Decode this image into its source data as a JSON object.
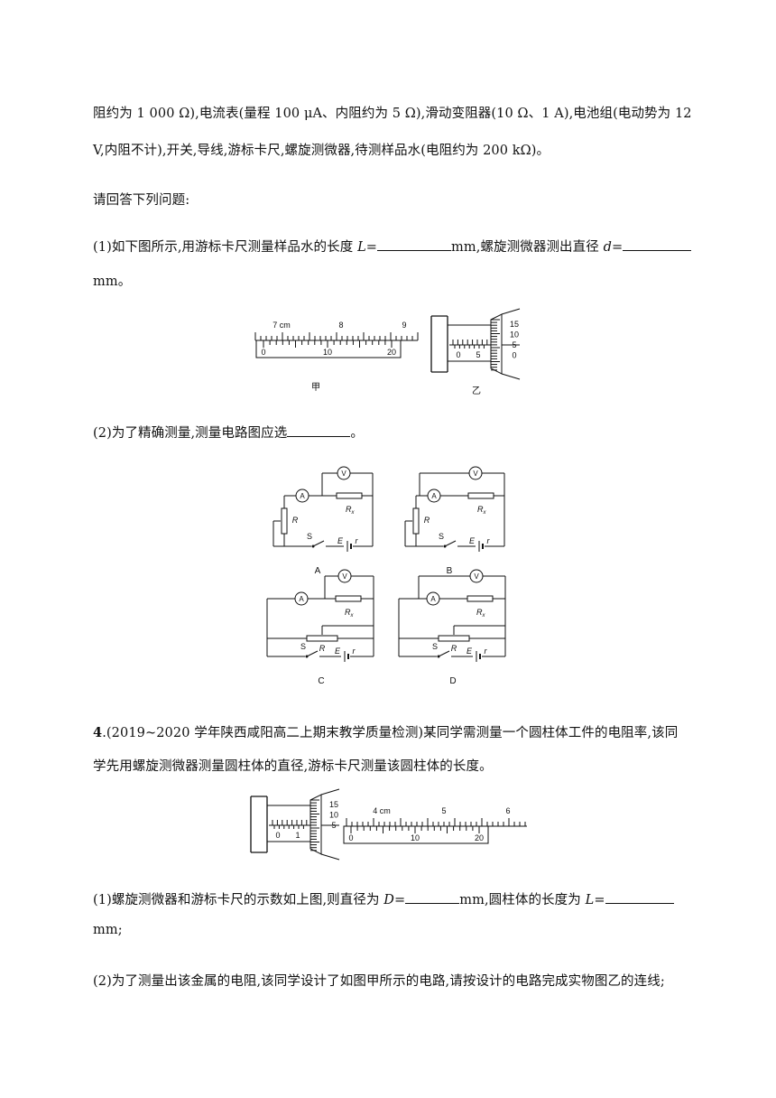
{
  "paragraphs": {
    "p1": "阻约为 1 000 Ω),电流表(量程 100 μA、内阻约为 5 Ω),滑动变阻器(10 Ω、1 A),电池组(电动势为 12",
    "p2": "V,内阻不计),开关,导线,游标卡尺,螺旋测微器,待测样品水(电阻约为 200 kΩ)。",
    "p3": "请回答下列问题:",
    "q1_a": "(1)如下图所示,用游标卡尺测量样品水的长度 ",
    "q1_L": "L",
    "q1_b": "=",
    "q1_c": "mm,螺旋测微器测出直径 ",
    "q1_d": "d",
    "q1_e": "=",
    "q1_f": "mm。",
    "q2_a": "(2)为了精确测量,测量电路图应选",
    "q2_b": "。",
    "p4_num": "4",
    "p4_a": ".(2019~2020 学年陕西咸阳高二上期末教学质量检测)某同学需测量一个圆柱体工件的电阻率,该同",
    "p4_b": "学先用螺旋测微器测量圆柱体的直径,游标卡尺测量该圆柱体的长度。",
    "q41_a": "(1)螺旋测微器和游标卡尺的示数如上图,则直径为 ",
    "q41_D": "D",
    "q41_b": "=",
    "q41_c": "mm,圆柱体的长度为 ",
    "q41_L": "L",
    "q41_d": "=",
    "q41_e": "mm;",
    "q42": "(2)为了测量出该金属的电阻,该同学设计了如图甲所示的电路,请按设计的电路完成实物图乙的连线;"
  },
  "figure1": {
    "caliper_main_labels": [
      "7 cm",
      "8",
      "9"
    ],
    "caliper_vernier_labels": [
      "0",
      "10",
      "20"
    ],
    "caliper_caption": "甲",
    "micrometer_thimble_labels": [
      "15",
      "10",
      "5",
      "0"
    ],
    "micrometer_sleeve_labels": [
      "0",
      "5"
    ],
    "micrometer_caption": "乙"
  },
  "circuits": {
    "A": "A",
    "B": "B",
    "C": "C",
    "D": "D",
    "voltmeter": "V",
    "ammeter": "A",
    "rx": "R",
    "rx_sub": "x",
    "rheostat": "R",
    "switch": "S",
    "emf": "E",
    "internal": "r"
  },
  "figure2": {
    "micrometer_thimble_labels": [
      "15",
      "10",
      "5"
    ],
    "micrometer_sleeve_labels": [
      "0",
      "1"
    ],
    "caliper_main_labels": [
      "4 cm",
      "5",
      "6"
    ],
    "caliper_vernier_labels": [
      "0",
      "10",
      "20"
    ]
  }
}
